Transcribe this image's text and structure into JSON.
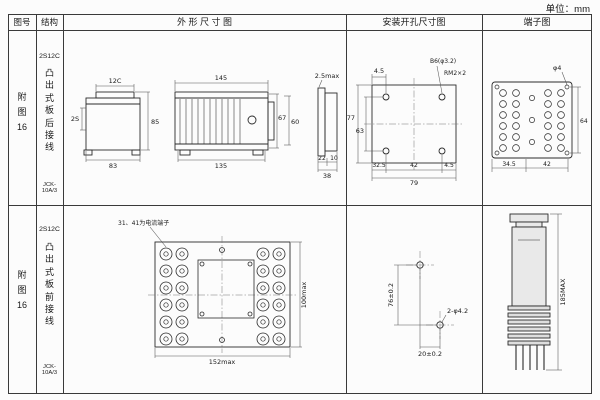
{
  "unit_note": "单位：mm",
  "header": {
    "fig_no": "图号",
    "structure": "结构",
    "outline": "外 形 尺 寸 图",
    "mounting": "安装开孔尺寸图",
    "terminal": "端子图"
  },
  "row1": {
    "fig": "附\n图\n16",
    "model": "2S12C",
    "struct": "凸\n出\n式\n板\n后\n接\n线",
    "type_code": "JCK-10A/3",
    "outline": {
      "top_code": "12C",
      "left_code": "2S",
      "width": "83",
      "height": "85",
      "front_width": "145",
      "front_inner_width": "135",
      "front_h_outer": "67",
      "front_h_inner": "60",
      "panel_thk": "2.5max",
      "side_d1": "22",
      "side_d2": "10",
      "side_total": "38"
    },
    "mounting": {
      "offset_top": "4.5",
      "hole_spec": "B6(φ3.2)",
      "thread_spec": "RM2×2",
      "h_outer": "77",
      "h_inner": "63",
      "w1": "32.5",
      "w2": "42",
      "w3": "4.5",
      "w_total": "79"
    },
    "terminal": {
      "hole_spec": "φ4",
      "w1": "34.5",
      "w2": "42",
      "height": "64"
    }
  },
  "row2": {
    "fig": "附\n图\n16",
    "model": "2S12C",
    "struct": "凸\n出\n式\n板\n前\n接\n线",
    "type_code": "JCK-10A/3",
    "outline": {
      "note": "31、41为电流端子",
      "width": "152max",
      "height": "100max"
    },
    "mounting": {
      "v_dist": "76±0.2",
      "hole_spec": "2-φ4.2",
      "h_dist": "20±0.2"
    },
    "terminal": {
      "height": "185MAX"
    }
  }
}
